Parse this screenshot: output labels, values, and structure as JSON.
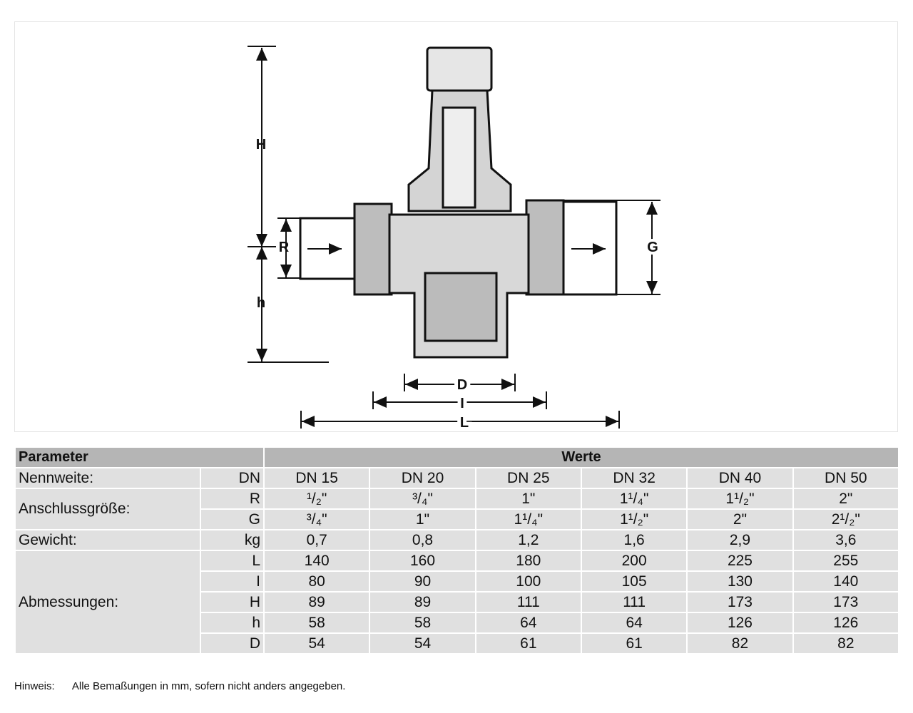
{
  "diagram": {
    "labels": {
      "H": "H",
      "R": "R",
      "h": "h",
      "G": "G",
      "D": "D",
      "I": "I",
      "L": "L"
    }
  },
  "table": {
    "header": {
      "parameter": "Parameter",
      "values": "Werte"
    },
    "rows": [
      {
        "label": "Nennweite:",
        "unit": "DN",
        "values": [
          "DN 15",
          "DN 20",
          "DN 25",
          "DN 32",
          "DN 40",
          "DN 50"
        ]
      },
      {
        "label": "Anschlussgröße:",
        "unit": "R",
        "values": [
          "¹/₂\"",
          "³/₄\"",
          "1\"",
          "1¹/₄\"",
          "1¹/₂\"",
          "2\""
        ]
      },
      {
        "label": "",
        "unit": "G",
        "values": [
          "³/₄\"",
          "1\"",
          "1¹/₄\"",
          "1¹/₂\"",
          "2\"",
          "2¹/₂\""
        ]
      },
      {
        "label": "Gewicht:",
        "unit": "kg",
        "values": [
          "0,7",
          "0,8",
          "1,2",
          "1,6",
          "2,9",
          "3,6"
        ]
      },
      {
        "label": "Abmessungen:",
        "unit": "L",
        "values": [
          "140",
          "160",
          "180",
          "200",
          "225",
          "255"
        ]
      },
      {
        "label": "",
        "unit": "I",
        "values": [
          "80",
          "90",
          "100",
          "105",
          "130",
          "140"
        ]
      },
      {
        "label": "",
        "unit": "H",
        "values": [
          "89",
          "89",
          "111",
          "111",
          "173",
          "173"
        ]
      },
      {
        "label": "",
        "unit": "h",
        "values": [
          "58",
          "58",
          "64",
          "64",
          "126",
          "126"
        ]
      },
      {
        "label": "",
        "unit": "D",
        "values": [
          "54",
          "54",
          "61",
          "61",
          "82",
          "82"
        ]
      }
    ]
  },
  "note": {
    "label": "Hinweis:",
    "text": "Alle Bemaßungen in mm, sofern nicht anders angegeben."
  }
}
